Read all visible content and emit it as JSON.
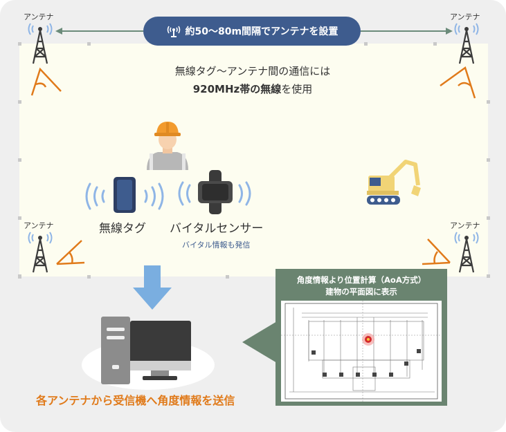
{
  "antenna_label": "アンテナ",
  "header_pill": "約50～80m間隔でアンテナを設置",
  "comm_line1": "無線タグ～アンテナ間の通信には",
  "comm_line2_bold": "920MHz帯の無線",
  "comm_line2_rest": "を使用",
  "tag_label": "無線タグ",
  "vital_label": "バイタルセンサー",
  "vital_sublabel": "バイタル情報も発信",
  "bottom_caption": "各アンテナから受信機へ角度情報を送信",
  "callout_title_1": "角度情報より位置計算（AoA方式）",
  "callout_title_2": "建物の平面図に表示",
  "colors": {
    "pill_bg": "#3e5c8e",
    "zone_bg": "#fdfdf0",
    "accent_orange": "#e07a1a",
    "wave_blue": "#8fb5e6",
    "callout_bg": "#6a8470",
    "tag_navy": "#2d3e63",
    "excavator_yellow": "#f1d476"
  }
}
